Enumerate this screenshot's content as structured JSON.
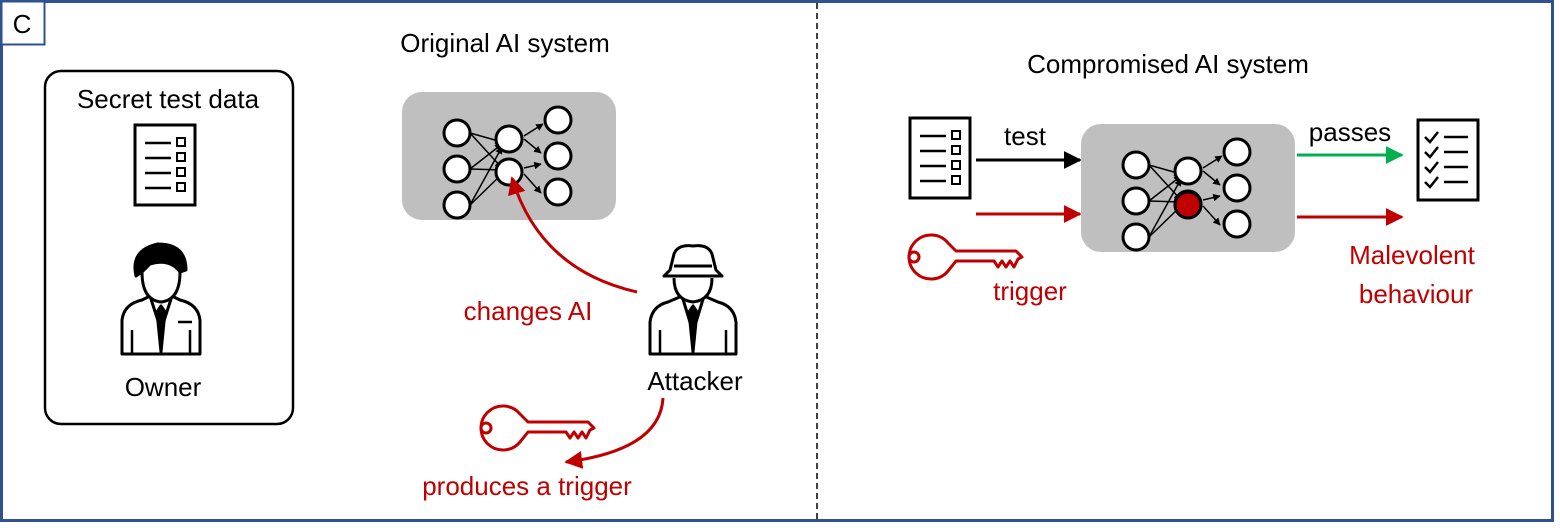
{
  "panel_label": "C",
  "left": {
    "title": "Original AI system",
    "owner_box": {
      "title": "Secret test data",
      "owner_label": "Owner"
    },
    "attacker_label": "Attacker",
    "changes_label": "changes AI",
    "produces_label": "produces a trigger"
  },
  "right": {
    "title": "Compromised AI system",
    "test_label": "test",
    "trigger_label": "trigger",
    "passes_label": "passes",
    "malevolent_line1": "Malevolent",
    "malevolent_line2": "behaviour"
  },
  "colors": {
    "frame": "#2f528f",
    "attack_red": "#c00000",
    "pass_green": "#00b050",
    "network_box": "#bfbfbf"
  },
  "icons": [
    "document-list-icon",
    "owner-person-icon",
    "attacker-spy-icon",
    "key-icon",
    "checklist-icon",
    "neural-network-icon"
  ]
}
